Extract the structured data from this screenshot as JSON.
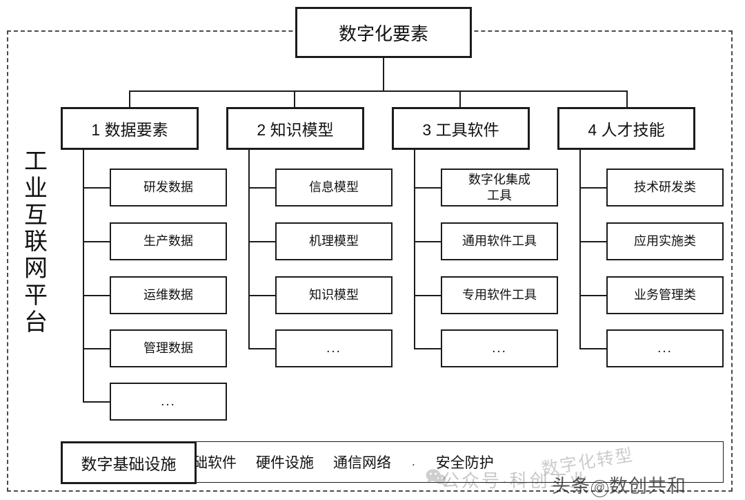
{
  "diagram": {
    "root": {
      "label": "数字化要素"
    },
    "platform_label": [
      "工",
      "业",
      "互",
      "联",
      "网",
      "平",
      "台"
    ],
    "categories": [
      {
        "label": "1 数据要素",
        "children": [
          "研发数据",
          "生产数据",
          "运维数据",
          "管理数据",
          "..."
        ]
      },
      {
        "label": "2 知识模型",
        "children": [
          "信息模型",
          "机理模型",
          "知识模型",
          "..."
        ]
      },
      {
        "label": "3 工具软件",
        "children": [
          "数字化集成\n工具",
          "通用软件工具",
          "专用软件工具",
          "..."
        ]
      },
      {
        "label": "4 人才技能",
        "children": [
          "技术研发类",
          "应用实施类",
          "业务管理类",
          "..."
        ]
      }
    ],
    "infrastructure": {
      "label": "数字基础设施",
      "items": [
        "基础软件",
        "硬件设施",
        "通信网络",
        "安全防护"
      ],
      "separator": "."
    }
  },
  "watermarks": {
    "wechat_account": "公众号·科创工业",
    "diagonal": "数字化转型",
    "toutiao_prefix": "头条",
    "toutiao_at": "@",
    "toutiao_name": "数创共和"
  },
  "colors": {
    "line": "#1b1b1b",
    "dashed_frame": "#4a4a4a",
    "text": "#111111",
    "background": "#ffffff"
  }
}
